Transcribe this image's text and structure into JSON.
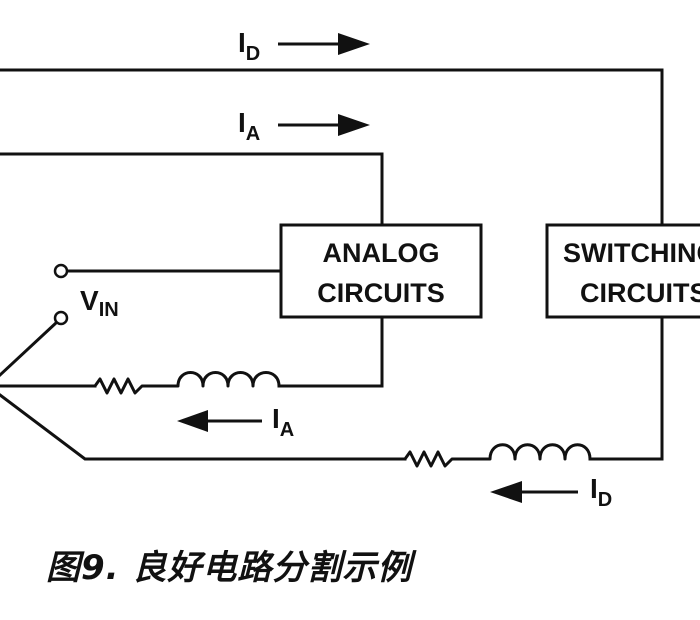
{
  "diagram": {
    "blocks": [
      {
        "id": "analog",
        "line1": "ANALOG",
        "line2": "CIRCUITS"
      },
      {
        "id": "switching",
        "line1": "SWITCHING",
        "line2": "CIRCUITS"
      }
    ],
    "labels": {
      "current_digital": {
        "main": "I",
        "sub": "D"
      },
      "current_analog": {
        "main": "I",
        "sub": "A"
      },
      "input_voltage": {
        "main": "V",
        "sub": "IN"
      }
    },
    "components": [
      "resistor",
      "inductor",
      "resistor",
      "inductor"
    ]
  },
  "caption": "图9. 良好电路分割示例"
}
